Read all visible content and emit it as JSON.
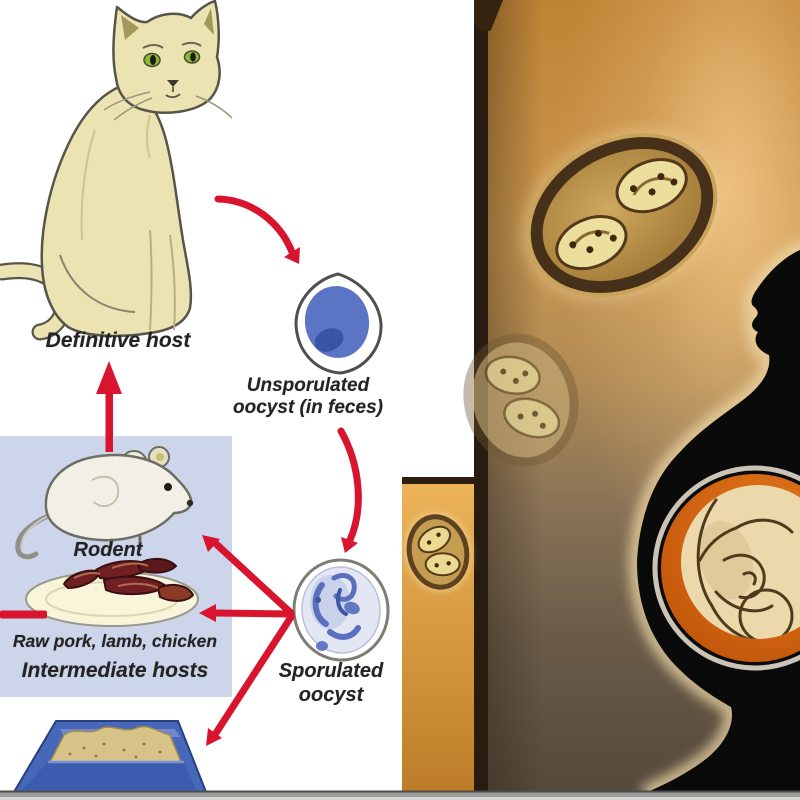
{
  "diagram_panel": {
    "labels": {
      "definitive_host": "Definitive host",
      "unsporulated_oocyst_line1": "Unsporulated",
      "unsporulated_oocyst_line2": "oocyst (in feces)",
      "rodent": "Rodent",
      "raw_meat": "Raw pork, lamb, chicken",
      "intermediate_hosts": "Intermediate hosts",
      "sporulated_oocyst_line1": "Sporulated",
      "sporulated_oocyst_line2": "oocyst"
    },
    "illustrations": [
      "cat-illustration",
      "rodent-illustration",
      "raw-meat-plate-illustration",
      "litter-box-illustration",
      "unsporulated-oocyst-cell",
      "sporulated-oocyst-cell"
    ],
    "flows": [
      {
        "from": "cat (definitive host)",
        "to": "unsporulated oocyst (in feces)"
      },
      {
        "from": "unsporulated oocyst",
        "to": "sporulated oocyst"
      },
      {
        "from": "sporulated oocyst",
        "to": "rodent"
      },
      {
        "from": "sporulated oocyst",
        "to": "raw pork, lamb, chicken"
      },
      {
        "from": "sporulated oocyst",
        "to": "litter box"
      },
      {
        "from": "intermediate hosts",
        "to": "cat (definitive host)"
      }
    ],
    "colors": {
      "background": "#ffffff",
      "intermediate_hosts_box": "#cdd5eb",
      "arrow_red": "#d8142e",
      "oocyst_blue": "#5b74c4",
      "label_text": "#232323"
    }
  },
  "photo_panel": {
    "illustrations": [
      "large-oocyst-photo",
      "mid-oocyst-photo",
      "small-oocyst-photo",
      "pregnant-woman-silhouette",
      "fetus-in-womb-illustration"
    ],
    "colors": {
      "top_background": "#c28739",
      "bottom_background": "#584d3f",
      "strip_background": "#d89b3f",
      "border": "#281c10",
      "silhouette": "#0a0a0a",
      "womb_ring": "#d4660f",
      "womb_interior": "#ecd9ab",
      "oocyst_gold": "#c59d50"
    }
  }
}
